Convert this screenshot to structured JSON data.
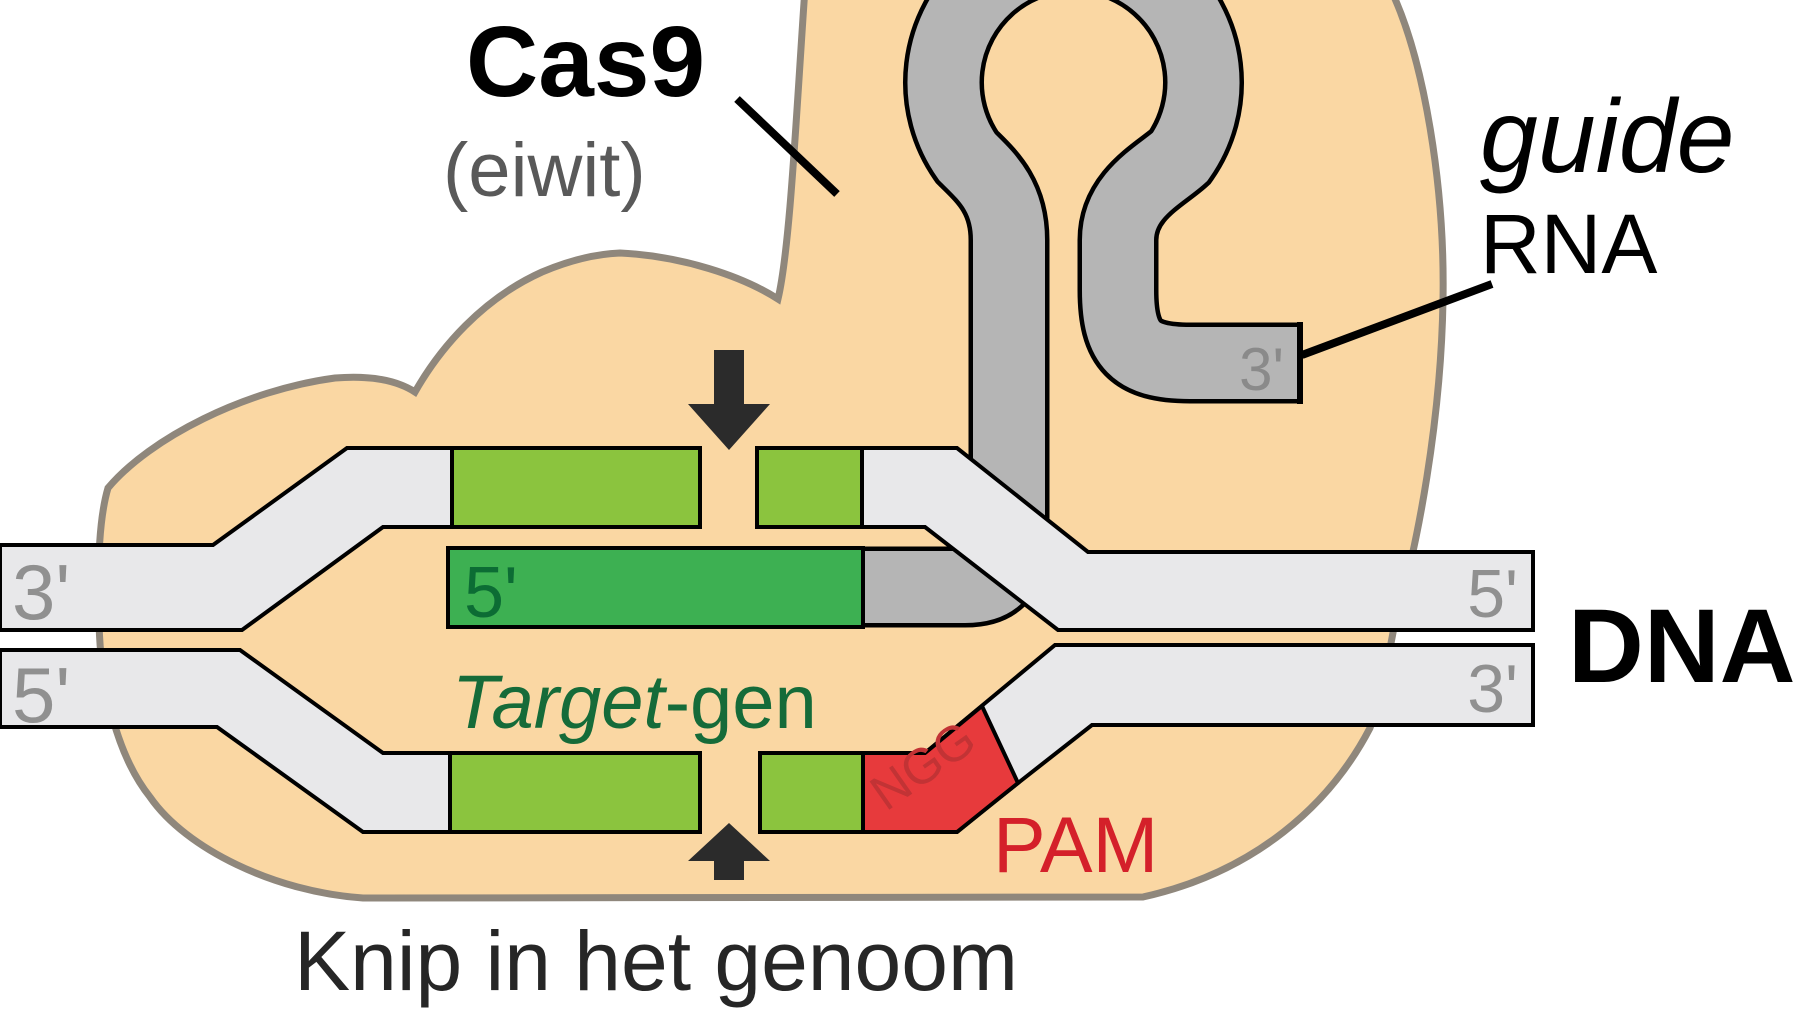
{
  "diagram": {
    "title": "Cas9",
    "subtitle": "(eiwit)",
    "guide_label_italic": "guide",
    "guide_label_rest": "RNA",
    "dna_label": "DNA",
    "caption": "Knip in het genoom",
    "target_label_italic": "Target",
    "target_label_rest": "-gen",
    "pam_label": "PAM",
    "ngg_label": "NGG",
    "rna_three_prime": "3'",
    "left_top_strand_end": "3'",
    "left_bottom_strand_end": "5'",
    "right_top_strand_end": "5'",
    "right_bottom_strand_end": "3'",
    "spacer_five_prime": "5'",
    "icons": [
      "cut-arrow-down-icon",
      "cut-arrow-up-icon"
    ],
    "colors": {
      "protein_fill": "#fad7a3",
      "protein_outline": "#8f877c",
      "dna_fill": "#e8e8ea",
      "rna_fill": "#b5b5b5",
      "match_light_green": "#8bc43e",
      "spacer_dark_green": "#3db052",
      "pam_red": "#e73a3c",
      "pam_text_red": "#d4202a",
      "ngg_text_red": "#c23335",
      "target_text_green": "#156b39",
      "spacer_text_green": "#0c6c34",
      "strand_label_gray": "#909090",
      "subtitle_gray": "#595959",
      "caption_dark": "#262626",
      "outline_black": "#000000",
      "arrow_dark": "#2b2b2b"
    }
  }
}
